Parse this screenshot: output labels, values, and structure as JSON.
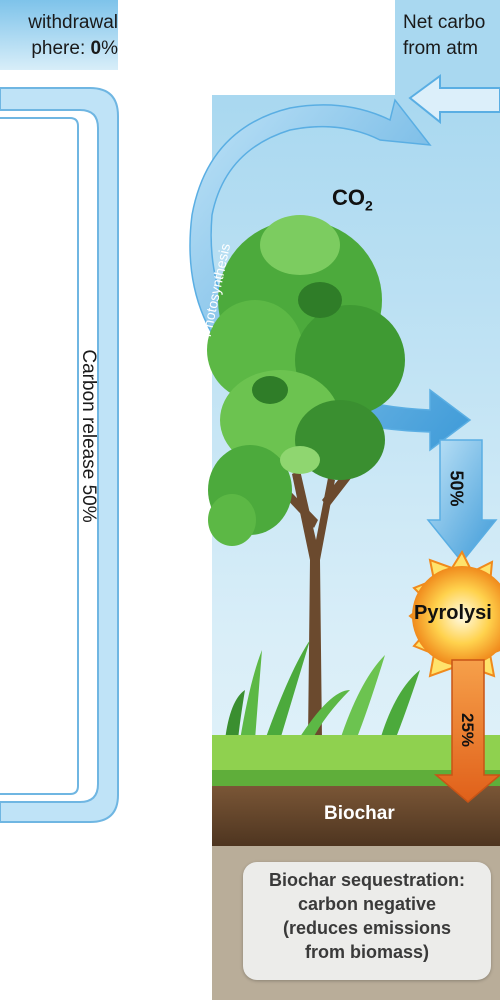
{
  "left_panel": {
    "header_line1": "withdrawal",
    "header_line2_prefix": "phere: ",
    "header_line2_value": "0",
    "header_line2_suffix": "%",
    "release_label": "Carbon release 50%"
  },
  "right_panel": {
    "header_line1": "Net carbo",
    "header_line2": "from atm",
    "co2_main": "CO",
    "co2_sub": "2",
    "photosynthesis_label": "Photosynthesis",
    "pct_50": "50%",
    "pct_25": "25%",
    "pyrolysis_label": "Pyrolysi",
    "biochar_label": "Biochar",
    "sequestration": {
      "line1": "Biochar sequestration:",
      "line2": "carbon negative",
      "line3": "(reduces emissions",
      "line4": "from biomass)"
    }
  },
  "colors": {
    "sky_blue": "#a9d8f0",
    "arrow_blue": "#5aaee3",
    "tree_green": "#4caa3c",
    "orange_arrow": "#ee7a22",
    "soil_brown": "#6b4a2e"
  }
}
